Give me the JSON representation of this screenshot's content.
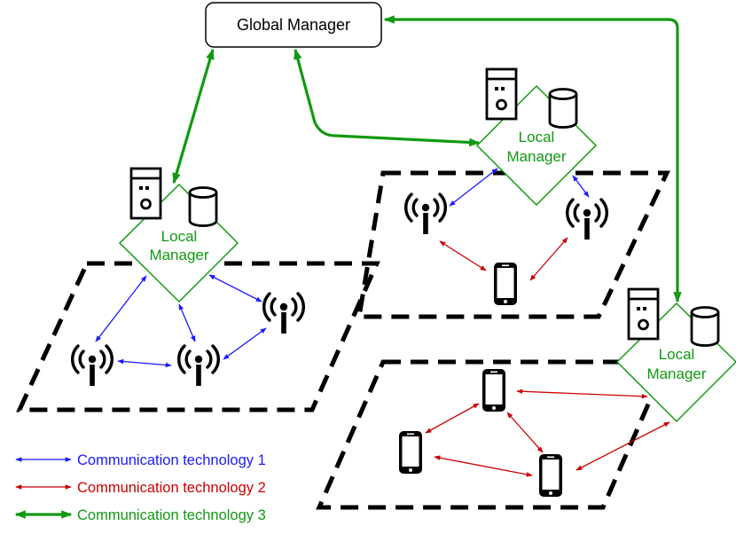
{
  "global_manager": {
    "label": "Global Manager"
  },
  "local_managers": [
    {
      "line1": "Local",
      "line2": "Manager"
    },
    {
      "line1": "Local",
      "line2": "Manager"
    },
    {
      "line1": "Local",
      "line2": "Manager"
    }
  ],
  "legend": [
    {
      "label": "Communication technology 1",
      "color": "#1a1aff"
    },
    {
      "label": "Communication technology 2",
      "color": "#cc0000"
    },
    {
      "label": "Communication technology 3",
      "color": "#119911"
    }
  ],
  "colors": {
    "tech1": "#1a1aff",
    "tech2": "#cc0000",
    "tech3": "#119911",
    "manager_diamond": "#119911",
    "region_border": "#000000"
  },
  "icons": {
    "server": "server-icon",
    "database": "database-icon",
    "antenna": "antenna-icon",
    "phone": "smartphone-icon"
  }
}
